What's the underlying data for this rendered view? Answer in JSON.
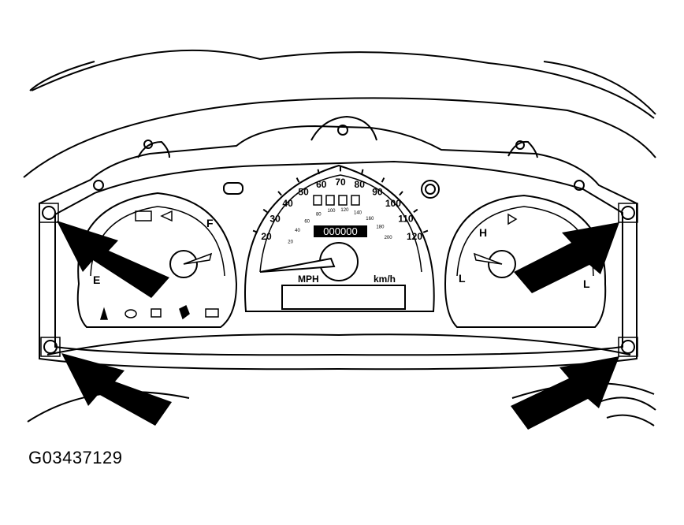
{
  "figure_id": "G03437129",
  "speedometer": {
    "mph_ticks": [
      "20",
      "30",
      "40",
      "50",
      "60",
      "70",
      "80",
      "90",
      "100",
      "110",
      "120"
    ],
    "mph_label": "MPH",
    "kmh_label": "km/h",
    "kmh_ticks": [
      "20",
      "40",
      "60",
      "80",
      "100",
      "120",
      "140",
      "160",
      "180",
      "200"
    ],
    "odometer_display": "000000"
  },
  "fuel_gauge": {
    "full_label": "F",
    "empty_label": "E"
  },
  "temp_gauge": {
    "hot_label": "H",
    "cold_label": "L"
  },
  "right_small_gauge": {
    "low_label": "L"
  },
  "arrows": 4,
  "colors": {
    "line": "#000000",
    "background": "#ffffff"
  }
}
